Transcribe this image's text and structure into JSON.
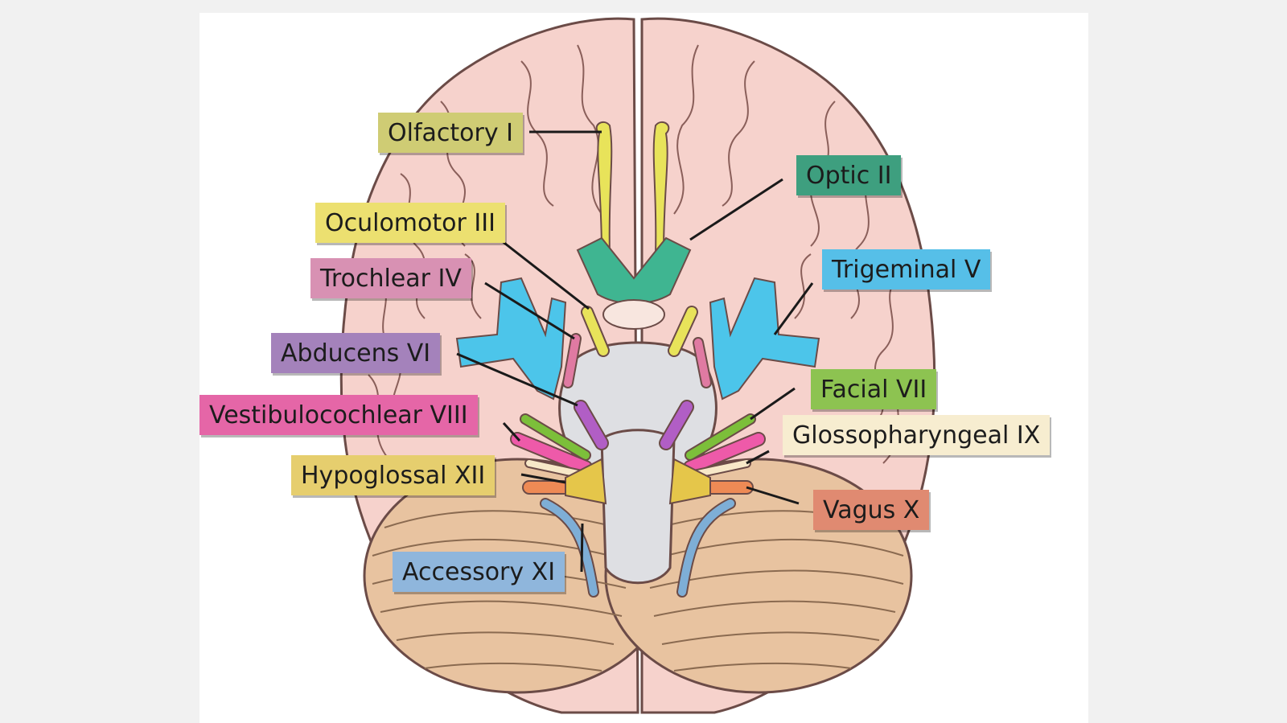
{
  "labels": {
    "olfactory": "Olfactory I",
    "optic": "Optic II",
    "oculomotor": "Oculomotor III",
    "trochlear": "Trochlear IV",
    "trigeminal": "Trigeminal V",
    "abducens": "Abducens VI",
    "facial": "Facial VII",
    "vestibulocochlear": "Vestibulocochlear VIII",
    "glossopharyngeal": "Glossopharyngeal IX",
    "hypoglossal": "Hypoglossal XII",
    "vagus": "Vagus X",
    "accessory": "Accessory XI"
  },
  "colors": {
    "page_background": "#f1f1f1",
    "figure_background": "#ffffff",
    "cerebrum": "#f6d2cc",
    "cerebrum_outline": "#6b4b47",
    "cerebellum": "#e8c3a0",
    "brainstem": "#dedfe3",
    "olfactory_nerve": "#e8e35a",
    "optic_chiasm": "#3fb591",
    "trigeminal_nerve": "#4cc5ea",
    "trochlear_nerve": "#e07aa2",
    "abducens_nerve": "#b15ec5",
    "facial_nerve": "#7cbf3a",
    "vestibulocochlear_nerve": "#ee5aa9",
    "glossopharyngeal_nerve": "#f7e8c8",
    "vagus_nerve": "#ee8a55",
    "hypoglossal_nerve": "#e5c64a",
    "accessory_nerve": "#7eaed6",
    "label_olfactory": "#cfcc74",
    "label_optic": "#3e9f7f",
    "label_oculomotor": "#ece070",
    "label_trochlear": "#d891b3",
    "label_trigeminal": "#56bfe8",
    "label_abducens": "#a482bb",
    "label_facial": "#8dc351",
    "label_vestibulocochlear": "#e566a7",
    "label_glossopharyngeal": "#f7edd0",
    "label_hypoglossal": "#e6ce6e",
    "label_vagus": "#e08a71",
    "label_accessory": "#8fb6dc"
  }
}
